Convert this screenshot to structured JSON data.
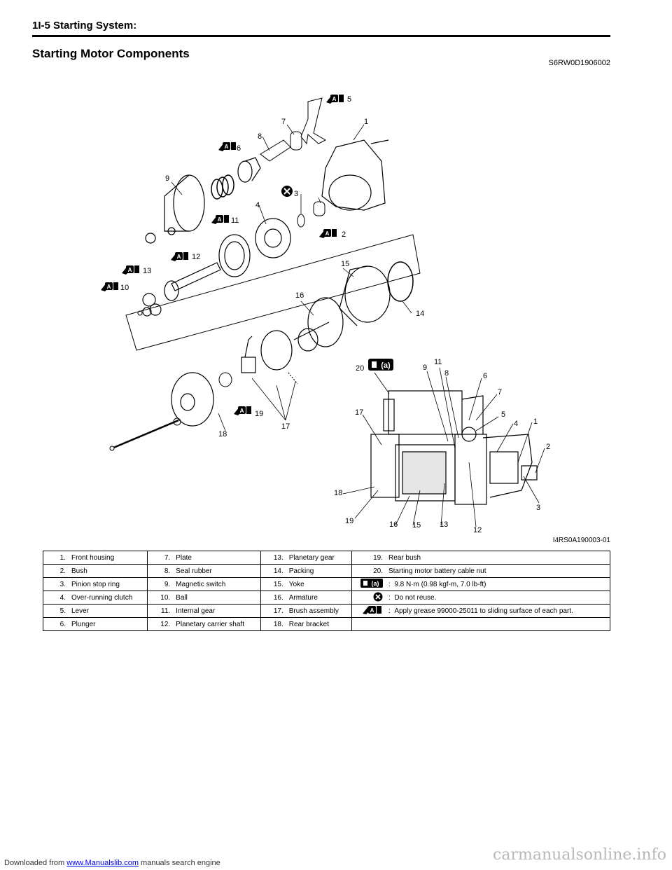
{
  "header": {
    "title": "1I-5   Starting System:"
  },
  "section": {
    "title": "Starting Motor Components",
    "code": "S6RW0D1906002"
  },
  "figure": {
    "code": "I4RS0A190003-01",
    "callouts": {
      "c1": "1",
      "c2": "2",
      "c3": "3",
      "c4": "4",
      "c5": "5",
      "c6": "6",
      "c7": "7",
      "c8": "8",
      "c9": "9",
      "c10": "10",
      "c11": "11",
      "c12": "12",
      "c13": "13",
      "c14": "14",
      "c15": "15",
      "c16": "16",
      "c17": "17",
      "c18": "18",
      "c19": "19",
      "c20": "20",
      "torque_label": "(a)"
    }
  },
  "legend": {
    "rows": [
      [
        {
          "n": "1.",
          "t": "Front housing"
        },
        {
          "n": "7.",
          "t": "Plate"
        },
        {
          "n": "13.",
          "t": "Planetary gear"
        },
        {
          "n": "19.",
          "t": "Rear bush"
        }
      ],
      [
        {
          "n": "2.",
          "t": "Bush"
        },
        {
          "n": "8.",
          "t": "Seal rubber"
        },
        {
          "n": "14.",
          "t": "Packing"
        },
        {
          "n": "20.",
          "t": "Starting motor battery cable nut"
        }
      ],
      [
        {
          "n": "3.",
          "t": "Pinion stop ring"
        },
        {
          "n": "9.",
          "t": "Magnetic switch"
        },
        {
          "n": "15.",
          "t": "Yoke"
        },
        {
          "n": "",
          "t": "9.8 N·m (0.98 kgf-m, 7.0 lb-ft)"
        }
      ],
      [
        {
          "n": "4.",
          "t": "Over-running clutch"
        },
        {
          "n": "10.",
          "t": "Ball"
        },
        {
          "n": "16.",
          "t": "Armature"
        },
        {
          "n": "",
          "t": "Do not reuse."
        }
      ],
      [
        {
          "n": "5.",
          "t": "Lever"
        },
        {
          "n": "11.",
          "t": "Internal gear"
        },
        {
          "n": "17.",
          "t": "Brush assembly"
        },
        {
          "n": "",
          "t": "Apply grease 99000-25011 to sliding surface of each part."
        }
      ],
      [
        {
          "n": "6.",
          "t": "Plunger"
        },
        {
          "n": "12.",
          "t": "Planetary carrier shaft"
        },
        {
          "n": "18.",
          "t": "Rear bracket"
        }
      ]
    ],
    "colon": ":"
  },
  "footer": {
    "prefix": "Downloaded from ",
    "link": "www.Manualslib.com",
    "suffix": "  manuals search engine"
  },
  "watermark": "carmanualsonline.info"
}
